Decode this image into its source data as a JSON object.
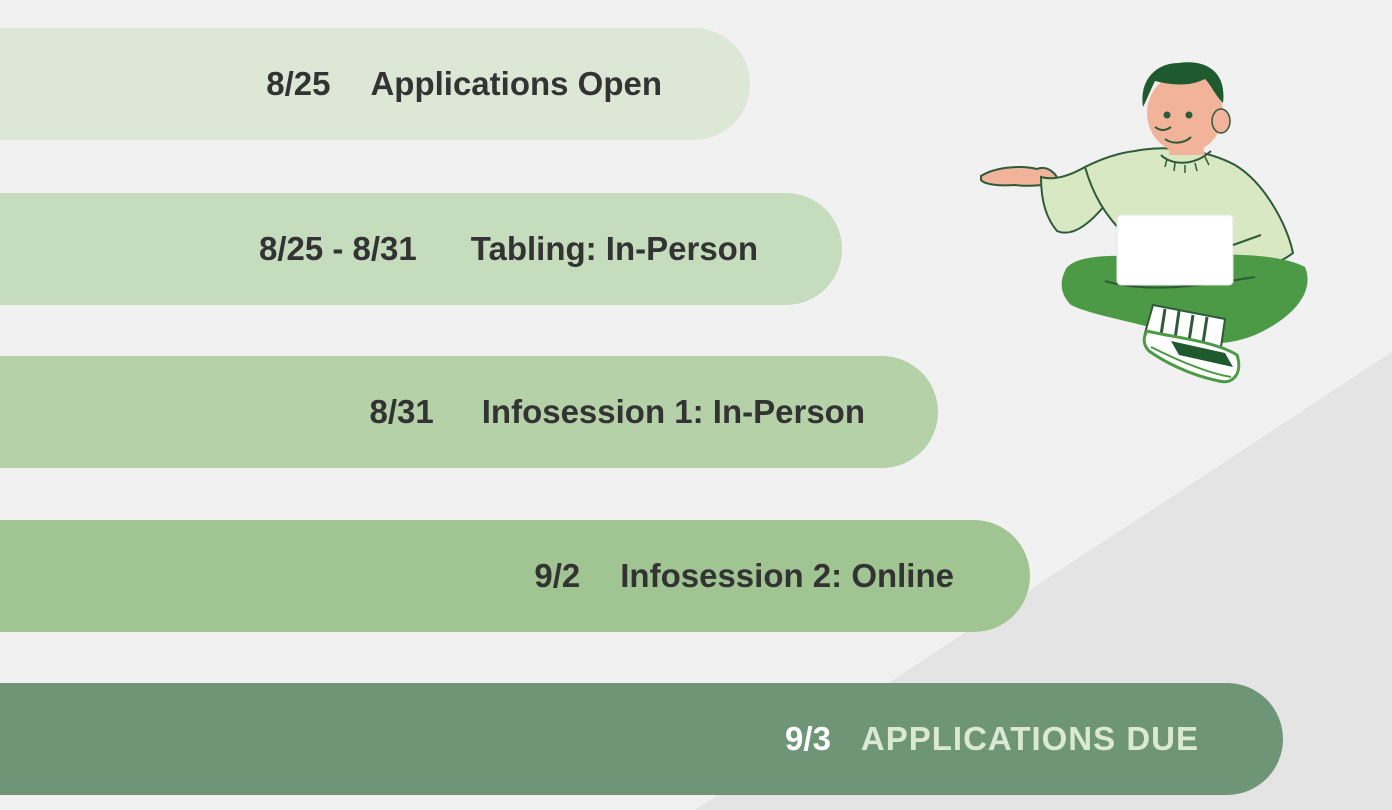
{
  "timeline": [
    {
      "date": "8/25",
      "label": "Applications Open"
    },
    {
      "date": "8/25 - 8/31",
      "label": "Tabling: In-Person"
    },
    {
      "date": "8/31",
      "label": "Infosession 1: In-Person"
    },
    {
      "date": "9/2",
      "label": "Infosession 2: Online"
    },
    {
      "date": "9/3",
      "label": "APPLICATIONS DUE"
    }
  ],
  "colors": {
    "background": "#f1f1f1",
    "slope": "#e4e4e4",
    "bar_1": "#dce8d5",
    "bar_2": "#c5dcbd",
    "bar_3": "#b4d1a8",
    "bar_4": "#a1c493",
    "bar_5": "#6f9577",
    "text": "#333333",
    "due_date_text": "#ffffff",
    "due_label_text": "#dbe9d4"
  },
  "illustration": {
    "icon": "person-with-laptop-illustration"
  }
}
